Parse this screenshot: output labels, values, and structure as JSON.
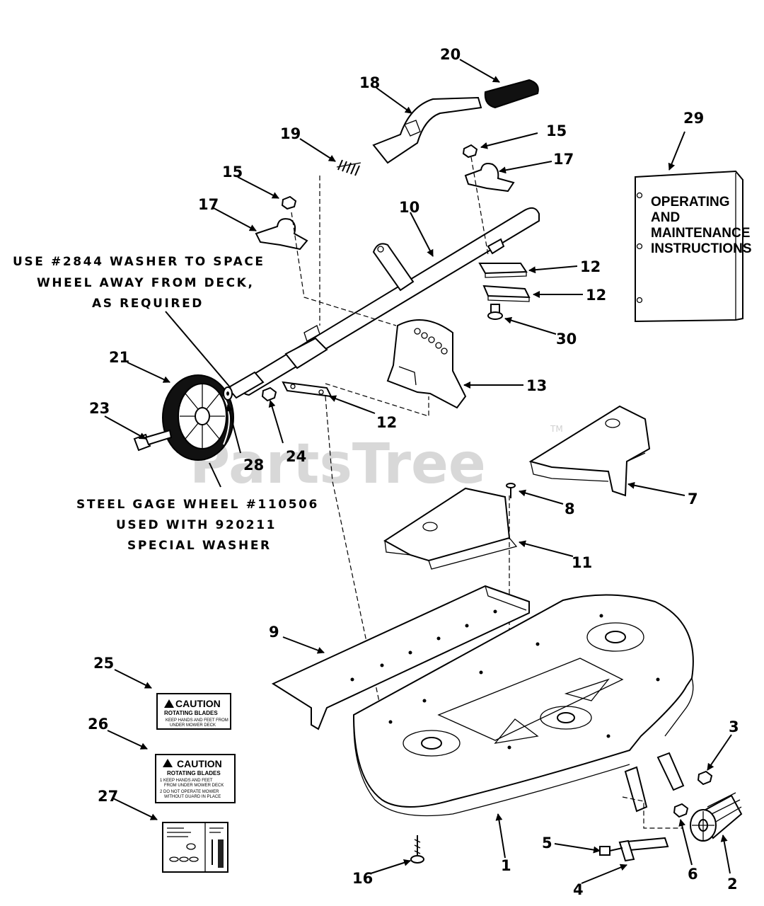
{
  "watermark": {
    "text": "PartsTree",
    "tm": "TM"
  },
  "notes": {
    "washer_line1": "USE #2844 WASHER TO SPACE",
    "washer_line2": "WHEEL AWAY FROM DECK,",
    "washer_line3": "AS REQUIRED",
    "wheel_line1": "STEEL GAGE WHEEL #110506",
    "wheel_line2": "USED WITH 920211",
    "wheel_line3": "SPECIAL WASHER"
  },
  "manual": {
    "line1": "OPERATING",
    "line2": "AND",
    "line3": "MAINTENANCE",
    "line4": "INSTRUCTIONS"
  },
  "decal_25": {
    "heading": "CAUTION",
    "subheading": "ROTATING BLADES",
    "fine1": "KEEP HANDS AND FEET FROM",
    "fine2": "UNDER MOWER DECK"
  },
  "decal_26": {
    "heading": "CAUTION",
    "subheading": "ROTATING BLADES",
    "line1": "1  KEEP HANDS AND FEET",
    "line2": "FROM UNDER MOWER DECK",
    "line3": "2  DO NOT OPERATE MOWER",
    "line4": "WITHOUT GUARD IN PLACE"
  },
  "callouts": {
    "c1": "1",
    "c2": "2",
    "c3": "3",
    "c4": "4",
    "c5": "5",
    "c6": "6",
    "c7": "7",
    "c8": "8",
    "c9": "9",
    "c10": "10",
    "c11": "11",
    "c12a": "12",
    "c12b": "12",
    "c12c": "12",
    "c13": "13",
    "c15a": "15",
    "c15b": "15",
    "c16": "16",
    "c17a": "17",
    "c17b": "17",
    "c18": "18",
    "c19": "19",
    "c20": "20",
    "c21": "21",
    "c23": "23",
    "c24": "24",
    "c25": "25",
    "c26": "26",
    "c27": "27",
    "c28": "28",
    "c29": "29",
    "c30": "30"
  }
}
